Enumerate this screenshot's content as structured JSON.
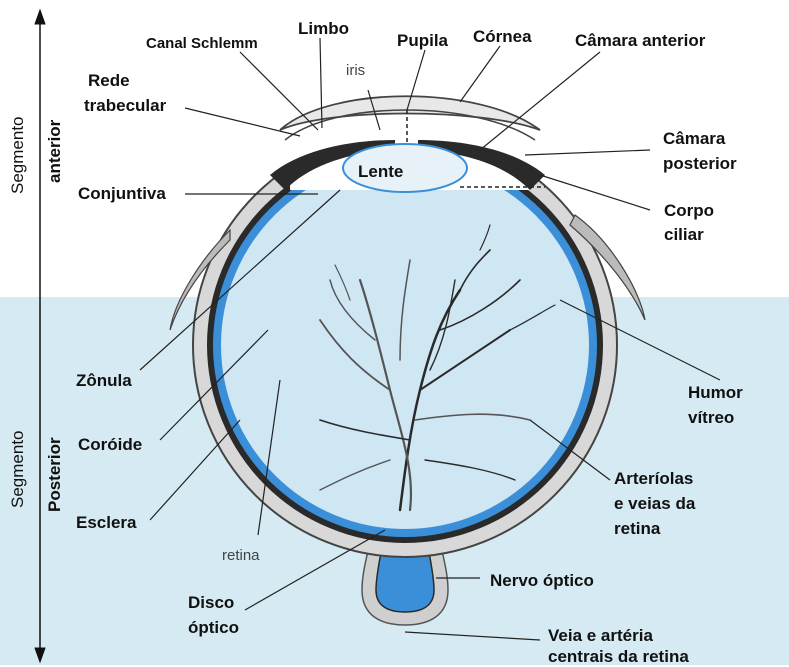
{
  "labels": {
    "canal_schlemm": "Canal Schlemm",
    "limbo": "Limbo",
    "pupila": "Pupila",
    "cornea": "Córnea",
    "camara_anterior": "Câmara anterior",
    "iris": "iris",
    "rede_trabecular_1": "Rede",
    "rede_trabecular_2": "trabecular",
    "camara_posterior_1": "Câmara",
    "camara_posterior_2": "posterior",
    "lente": "Lente",
    "conjuntiva": "Conjuntiva",
    "corpo_ciliar_1": "Corpo",
    "corpo_ciliar_2": "ciliar",
    "zonula": "Zônula",
    "humor_vitreo_1": "Humor",
    "humor_vitreo_2": "vítreo",
    "coroide": "Coróide",
    "arteriolas_1": "Arteríolas",
    "arteriolas_2": "e veias da",
    "arteriolas_3": "retina",
    "esclera": "Esclera",
    "retina": "retina",
    "nervo_optico": "Nervo óptico",
    "disco_optico_1": "Disco",
    "disco_optico_2": "óptico",
    "veia_arteria_1": "Veia e artéria",
    "veia_arteria_2": "centrais da retina"
  },
  "side_labels": {
    "segmento_top": "Segmento",
    "anterior": "anterior",
    "segmento_bottom": "Segmento",
    "posterior": "Posterior"
  },
  "colors": {
    "posterior_bg": "#d6eaf3",
    "retina_blue": "#3a8fd8",
    "vitreous": "#cfe6f3",
    "choroid": "#2a2a2a",
    "sclera": "#d8d8d8",
    "vessel": "#3a3a3a"
  }
}
